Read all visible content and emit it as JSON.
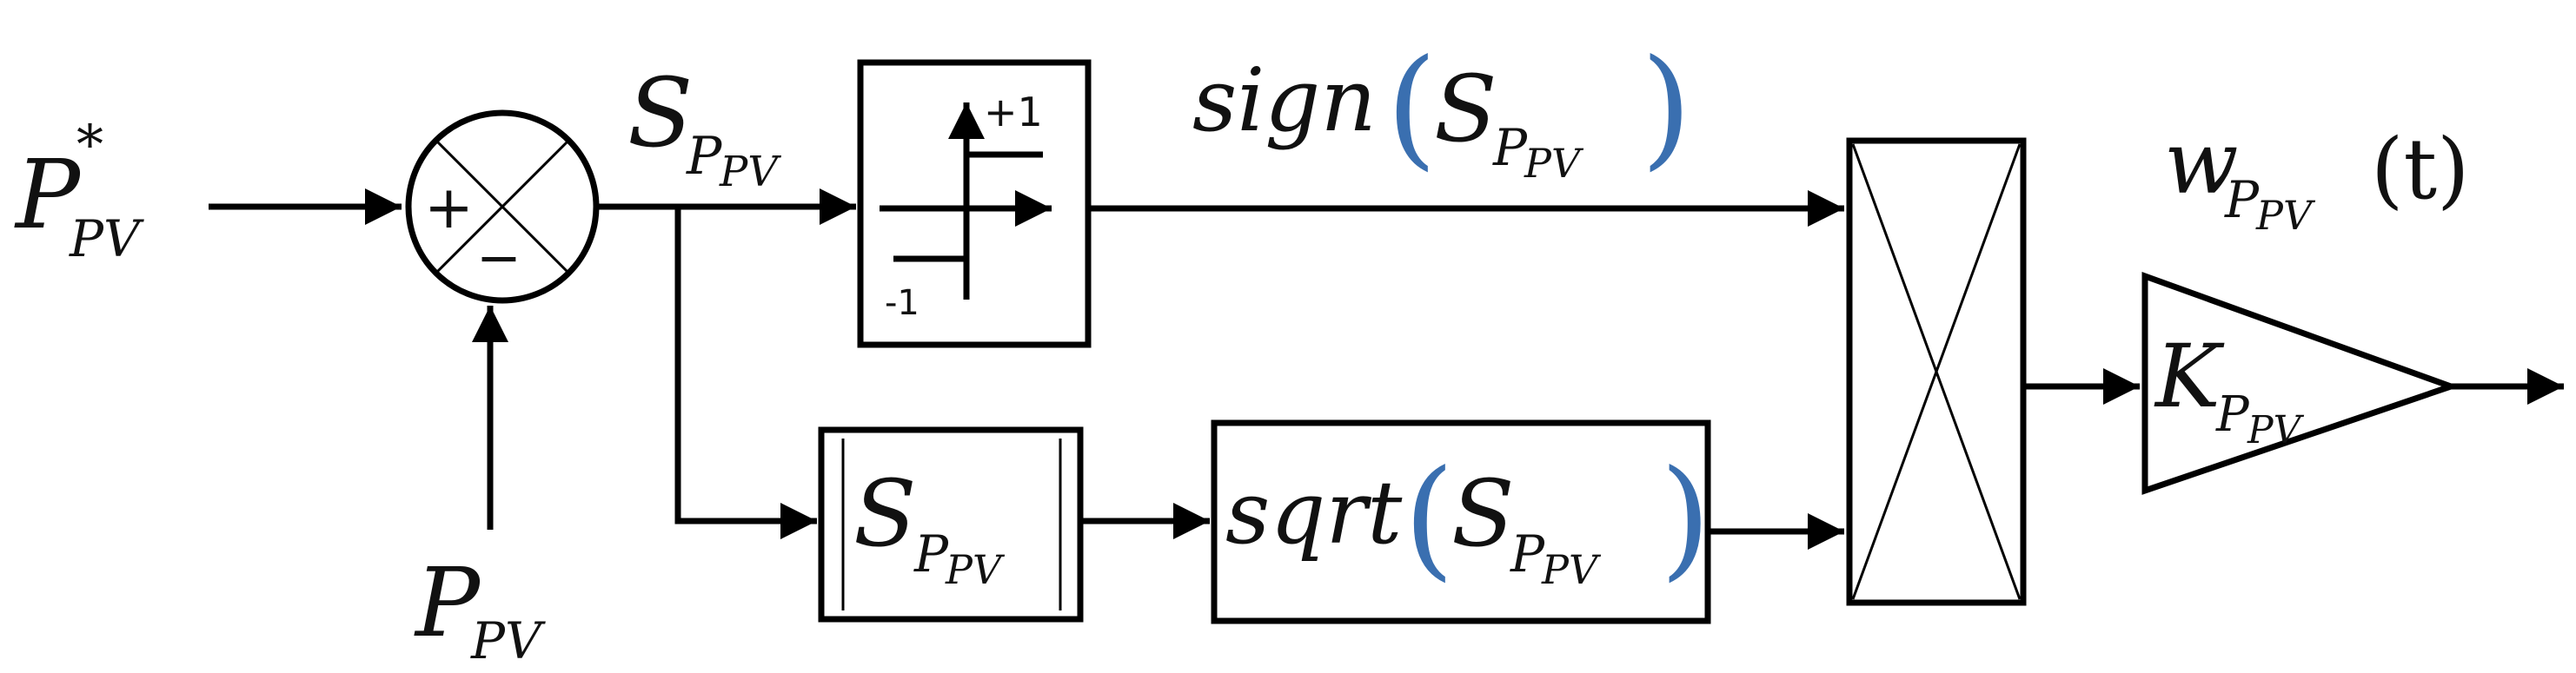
{
  "input_reference": {
    "base": "P",
    "superscript": "*",
    "subscript": "PV"
  },
  "input_measured": {
    "base": "P",
    "subscript": "PV"
  },
  "summer_signs": {
    "plus": "+",
    "minus": "−"
  },
  "error_signal": {
    "base": "S",
    "subscript_base": "P",
    "subscript_sub": "PV"
  },
  "sign_block": {
    "upper_level": "+1",
    "lower_level": "-1"
  },
  "sign_output_label": {
    "func": "sign",
    "base": "S",
    "subscript_base": "P",
    "subscript_sub": "PV"
  },
  "abs_block": {
    "base": "S",
    "subscript_base": "P",
    "subscript_sub": "PV"
  },
  "sqrt_block": {
    "func": "sqrt",
    "base": "S",
    "subscript_base": "P",
    "subscript_sub": "PV"
  },
  "gain_block": {
    "base": "K",
    "subscript_base": "P",
    "subscript_sub": "PV"
  },
  "output_label": {
    "base": "w",
    "subscript_base": "P",
    "subscript_sub": "PV",
    "arg": "(t)"
  },
  "colors": {
    "lines": "#000000",
    "parentheses": "#3a6fb0"
  }
}
